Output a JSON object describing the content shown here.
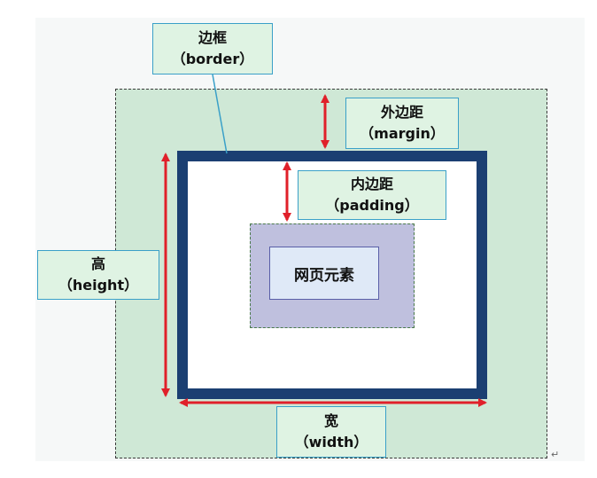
{
  "labels": {
    "border": {
      "zh": "边框",
      "en": "（border）"
    },
    "margin": {
      "zh": "外边距",
      "en": "（margin）"
    },
    "padding": {
      "zh": "内边距",
      "en": "（padding）"
    },
    "height": {
      "zh": "高",
      "en": "（height）"
    },
    "width": {
      "zh": "宽",
      "en": "（width）"
    }
  },
  "element": {
    "text": "网页元素"
  },
  "return_mark": "↵",
  "colors": {
    "margin_fill": "#cfe8d6",
    "border_color": "#1b3f72",
    "padding_fill": "#bfc0de",
    "element_fill": "#dfe9f7",
    "label_fill": "#dff3e3",
    "label_border": "#3aa0c8",
    "arrow": "#e0202a"
  }
}
